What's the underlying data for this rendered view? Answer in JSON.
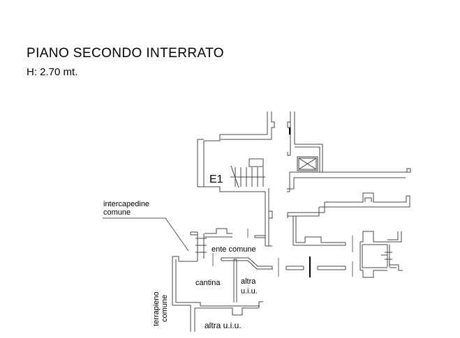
{
  "title": "PIANO SECONDO INTERRATO",
  "subtitle": "H: 2.70 mt.",
  "plan": {
    "labels": {
      "stair_unit": "E1",
      "intercapedine_line1": "intercapedine",
      "intercapedine_line2": "comune",
      "ente_comune": "ente comune",
      "cantina": "cantina",
      "altra_line1": "altra",
      "altra_line2": "u.i.u.",
      "terrapieno_line1": "terrapieno",
      "terrapieno_line2": "comune",
      "altra_bottom": "altra u.i.u."
    },
    "colors": {
      "background": "#ffffff",
      "wall": "#444444",
      "text": "#000000"
    }
  }
}
